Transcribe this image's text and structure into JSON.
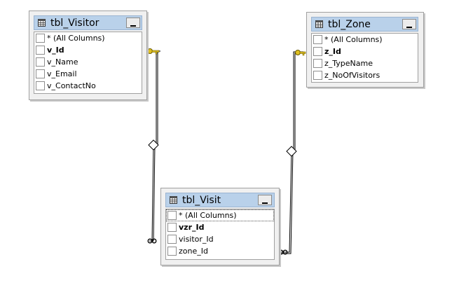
{
  "diagram": {
    "tables": {
      "visitor": {
        "title": "tbl_Visitor",
        "columns": [
          {
            "label": "* (All Columns)",
            "primary_key": false
          },
          {
            "label": "v_Id",
            "primary_key": true
          },
          {
            "label": "v_Name",
            "primary_key": false
          },
          {
            "label": "v_Email",
            "primary_key": false
          },
          {
            "label": "v_ContactNo",
            "primary_key": false
          }
        ]
      },
      "zone": {
        "title": "tbl_Zone",
        "columns": [
          {
            "label": "* (All Columns)",
            "primary_key": false
          },
          {
            "label": "z_Id",
            "primary_key": true
          },
          {
            "label": "z_TypeName",
            "primary_key": false
          },
          {
            "label": "z_NoOfVisitors",
            "primary_key": false
          }
        ]
      },
      "visit": {
        "title": "tbl_Visit",
        "columns": [
          {
            "label": "* (All Columns)",
            "primary_key": false
          },
          {
            "label": "vzr_Id",
            "primary_key": true
          },
          {
            "label": "visitor_Id",
            "primary_key": false
          },
          {
            "label": "zone_Id",
            "primary_key": false
          }
        ]
      }
    },
    "relationships": [
      {
        "from_table": "tbl_Visitor",
        "from_end": "key",
        "to_table": "tbl_Visit",
        "to_end": "infinity"
      },
      {
        "from_table": "tbl_Zone",
        "from_end": "key",
        "to_table": "tbl_Visit",
        "to_end": "infinity"
      }
    ],
    "colors": {
      "title_bar": "#b9d1ea",
      "box_background": "#f0f0f0",
      "key_icon": "#e0c020",
      "line": "#000000"
    }
  }
}
